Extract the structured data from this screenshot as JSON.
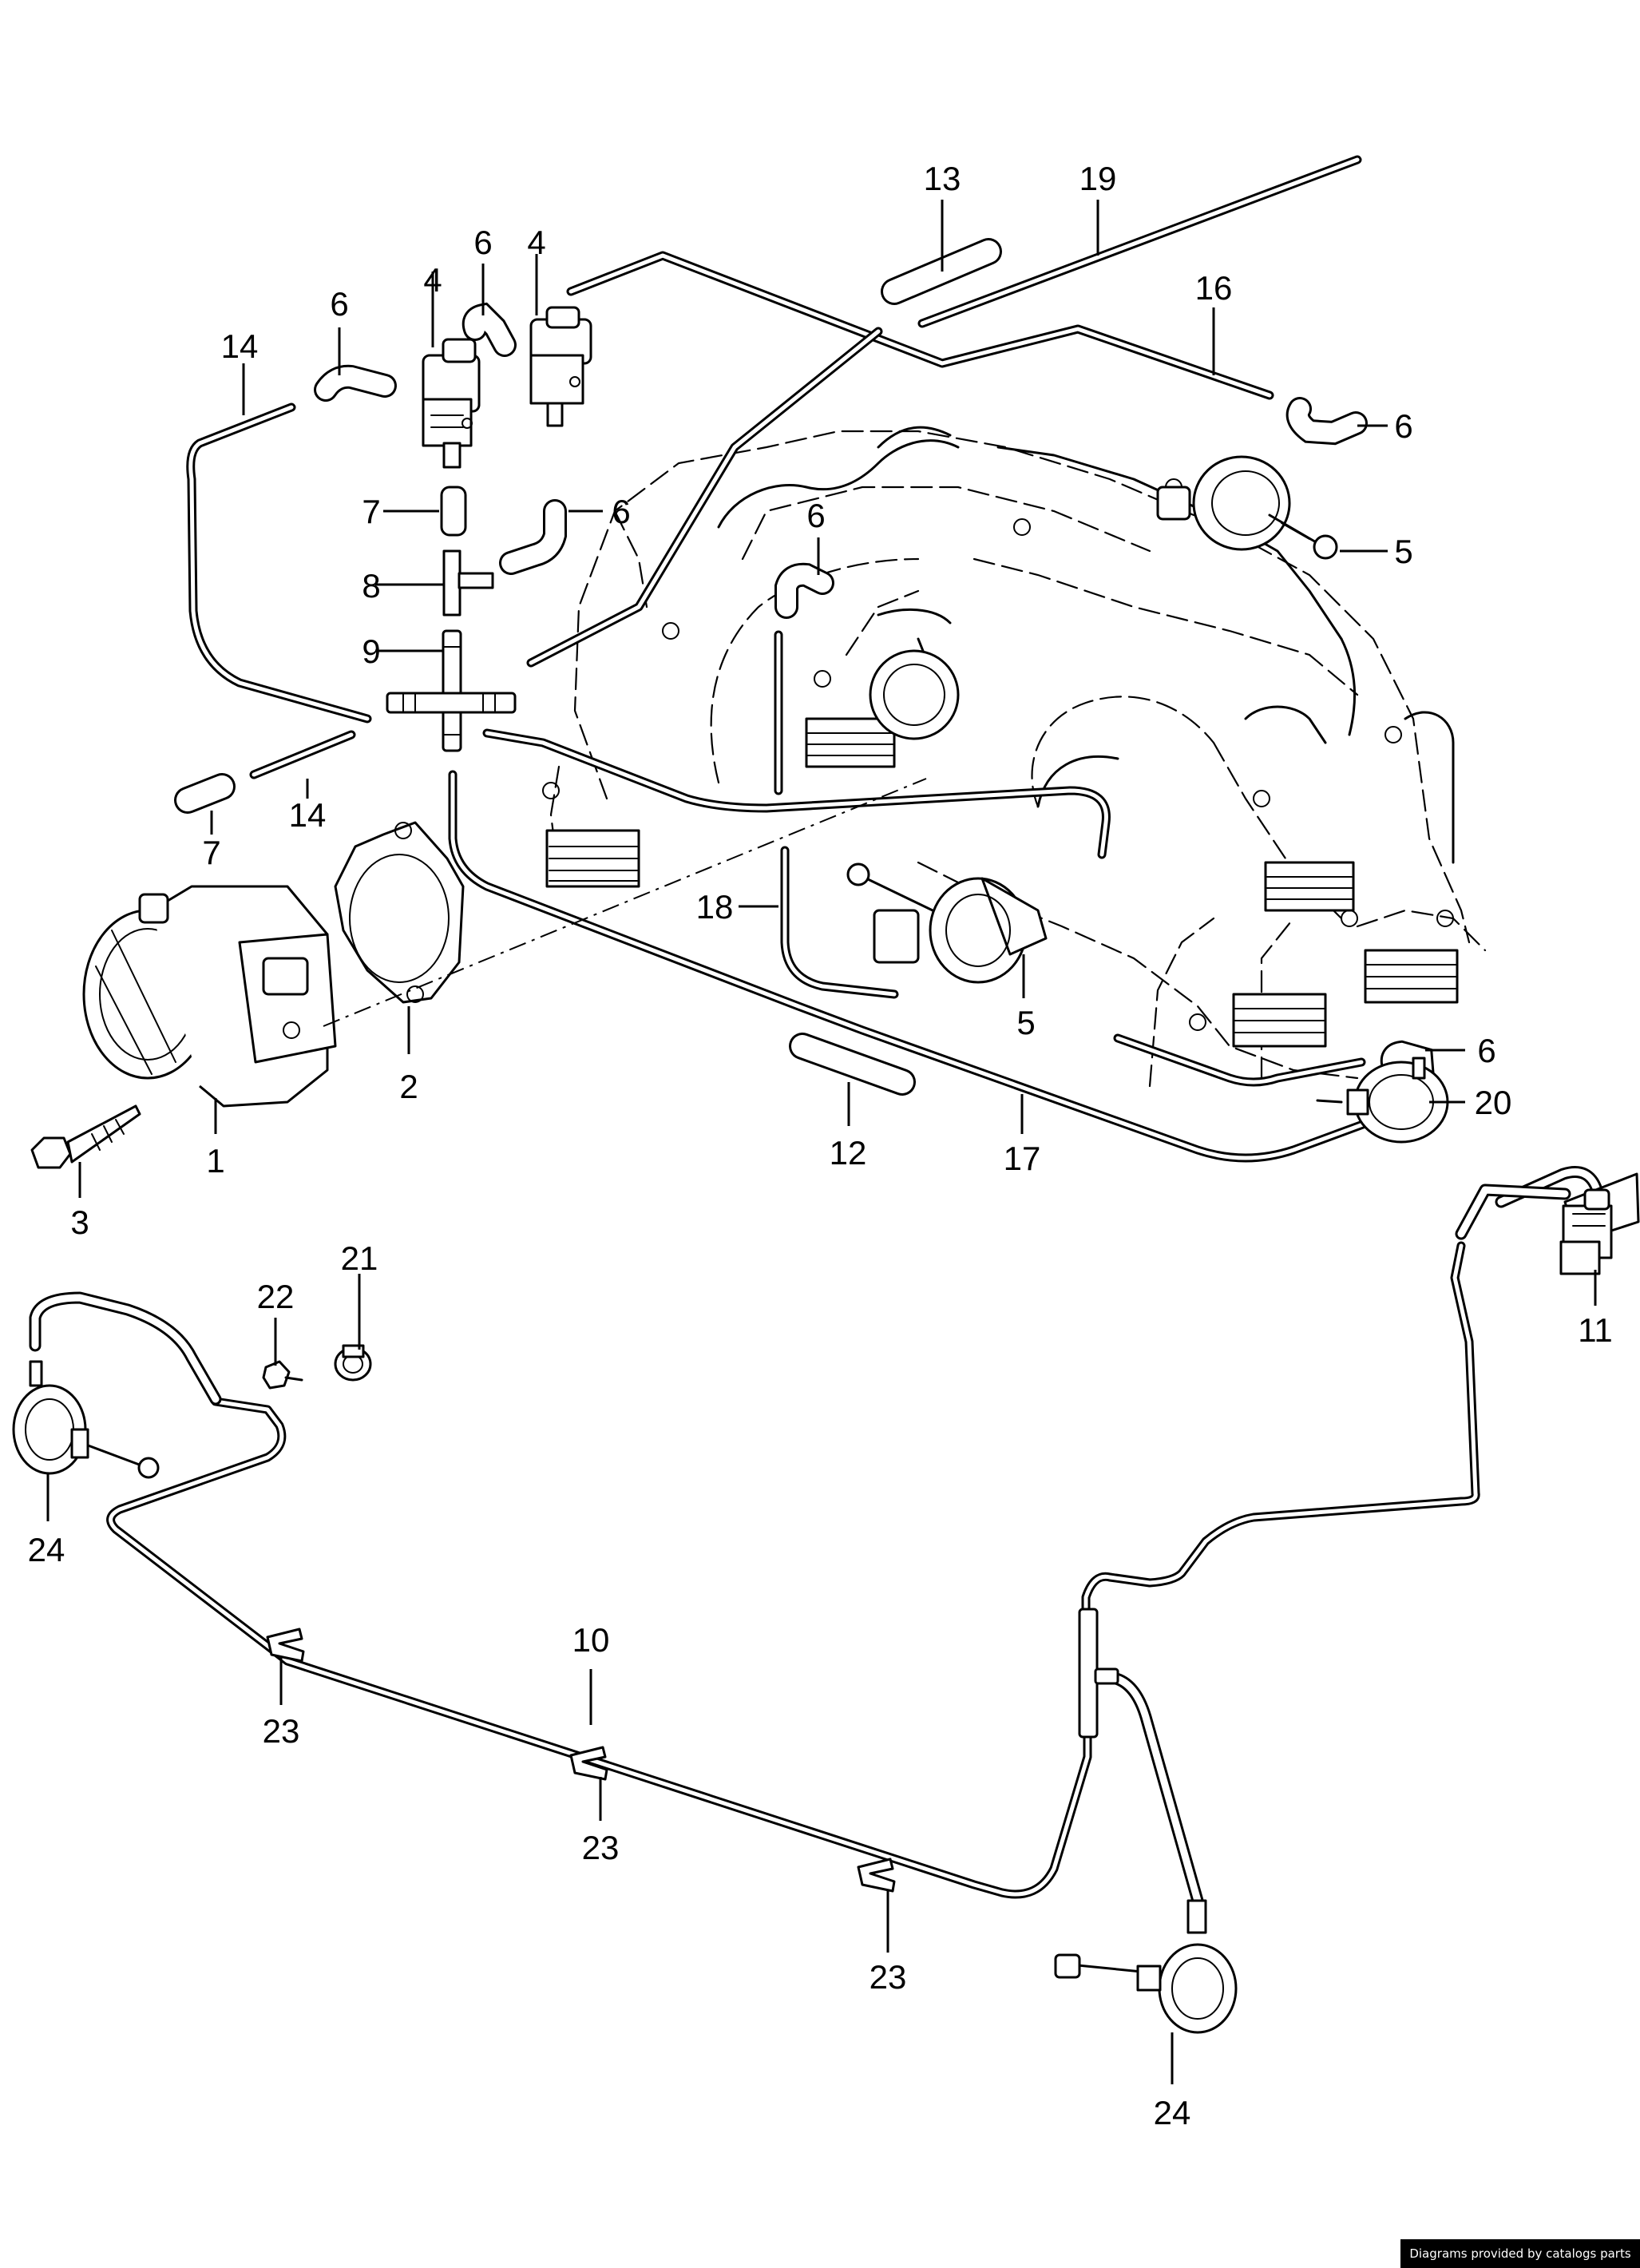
{
  "callouts": [
    {
      "id": "c-13",
      "text": "13"
    },
    {
      "id": "c-19",
      "text": "19"
    },
    {
      "id": "c-16",
      "text": "16"
    },
    {
      "id": "c-6a",
      "text": "6"
    },
    {
      "id": "c-4a",
      "text": "4"
    },
    {
      "id": "c-4b",
      "text": "4"
    },
    {
      "id": "c-6b",
      "text": "6"
    },
    {
      "id": "c-14a",
      "text": "14"
    },
    {
      "id": "c-6c",
      "text": "6"
    },
    {
      "id": "c-5a",
      "text": "5"
    },
    {
      "id": "c-7a",
      "text": "7"
    },
    {
      "id": "c-6d",
      "text": "6"
    },
    {
      "id": "c-6e",
      "text": "6"
    },
    {
      "id": "c-8",
      "text": "8"
    },
    {
      "id": "c-9",
      "text": "9"
    },
    {
      "id": "c-7b",
      "text": "7"
    },
    {
      "id": "c-14b",
      "text": "14"
    },
    {
      "id": "c-18",
      "text": "18"
    },
    {
      "id": "c-5b",
      "text": "5"
    },
    {
      "id": "c-2",
      "text": "2"
    },
    {
      "id": "c-6f",
      "text": "6"
    },
    {
      "id": "c-20",
      "text": "20"
    },
    {
      "id": "c-1",
      "text": "1"
    },
    {
      "id": "c-3",
      "text": "3"
    },
    {
      "id": "c-12",
      "text": "12"
    },
    {
      "id": "c-17",
      "text": "17"
    },
    {
      "id": "c-11",
      "text": "11"
    },
    {
      "id": "c-21",
      "text": "21"
    },
    {
      "id": "c-22",
      "text": "22"
    },
    {
      "id": "c-24a",
      "text": "24"
    },
    {
      "id": "c-10",
      "text": "10"
    },
    {
      "id": "c-23a",
      "text": "23"
    },
    {
      "id": "c-23b",
      "text": "23"
    },
    {
      "id": "c-23c",
      "text": "23"
    },
    {
      "id": "c-24b",
      "text": "24"
    }
  ],
  "footer": {
    "credit": "Diagrams provided by catalogs parts"
  }
}
